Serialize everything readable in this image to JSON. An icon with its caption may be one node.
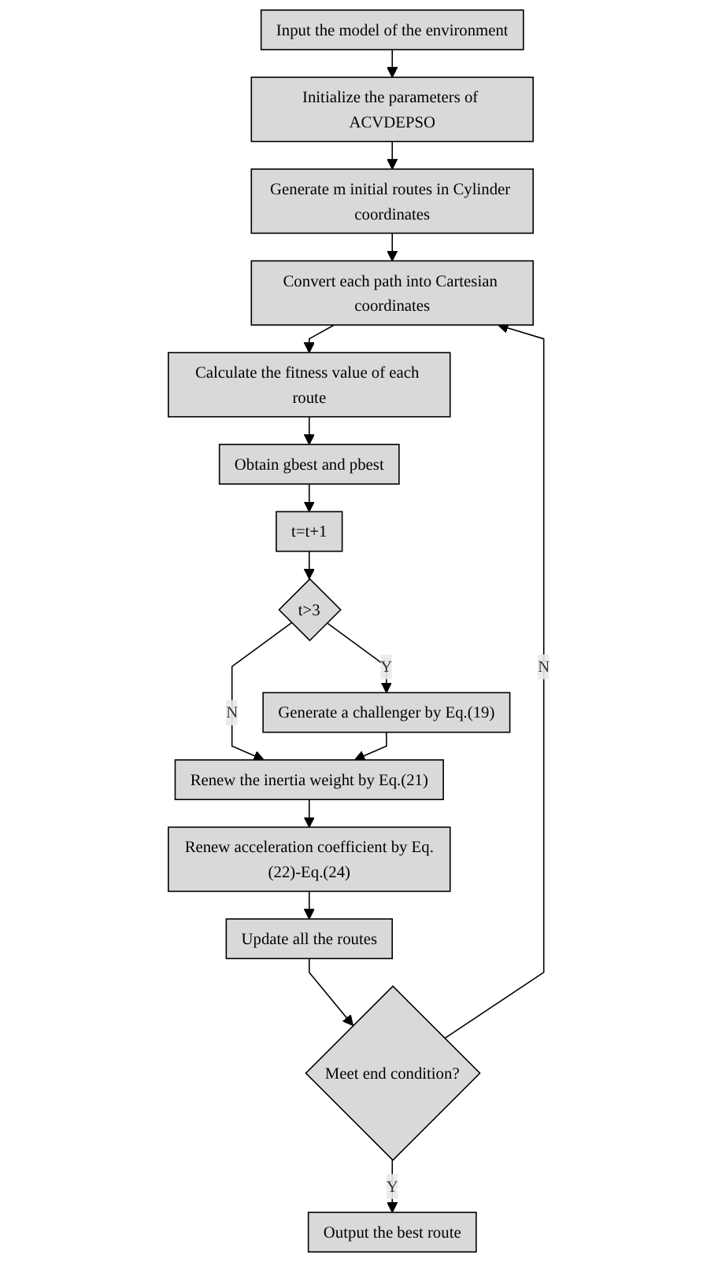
{
  "diagram": {
    "nodes": [
      {
        "text": [
          "Input the model of the environment"
        ]
      },
      {
        "text": [
          "Initialize the parameters of ACVDEPSO"
        ]
      },
      {
        "text": [
          "Generate m initial routes in Cylinder coordinates"
        ]
      },
      {
        "text": [
          "Convert each path into Cartesian coordinates"
        ]
      },
      {
        "text": [
          "Calculate the fitness value of each route"
        ]
      },
      {
        "text": [
          "Obtain gbest and pbest"
        ]
      },
      {
        "text": [
          "t=t+1"
        ]
      },
      {
        "text": [
          "t>3"
        ]
      },
      {
        "text": [
          "Generate a challenger by Eq.(19)"
        ]
      },
      {
        "text": [
          "Renew the inertia weight by Eq.(21)"
        ]
      },
      {
        "text": [
          "Renew acceleration coefficient by Eq.(22)-Eq.(24)"
        ]
      },
      {
        "text": [
          "Update all the routes"
        ]
      },
      {
        "text": [
          "Meet end condition?"
        ]
      },
      {
        "text": [
          "Output the best route"
        ]
      }
    ],
    "edges": [
      {
        "from": 0,
        "to": 1,
        "arrow": "to"
      },
      {
        "from": 1,
        "to": 2,
        "arrow": "to"
      },
      {
        "from": 2,
        "to": 3,
        "arrow": "to"
      },
      {
        "from": 3,
        "to": 4,
        "arrow": "to"
      },
      {
        "from": 4,
        "to": 5,
        "arrow": "to"
      },
      {
        "from": 5,
        "to": 6,
        "arrow": "to"
      },
      {
        "from": 6,
        "to": 7,
        "arrow": "to"
      },
      {
        "from": 7,
        "to": 8,
        "label": "Y",
        "arrow": "to"
      },
      {
        "from": 7,
        "to": 9,
        "label": "N",
        "arrow": "to"
      },
      {
        "from": 8,
        "to": 9,
        "arrow": "to"
      },
      {
        "from": 9,
        "to": 10,
        "arrow": "to"
      },
      {
        "from": 10,
        "to": 11,
        "arrow": "to"
      },
      {
        "from": 11,
        "to": 12,
        "arrow": "to"
      },
      {
        "from": 12,
        "to": 3,
        "label": "N",
        "arrow": "to"
      },
      {
        "from": 12,
        "to": 13,
        "label": "Y",
        "arrow": "to"
      }
    ]
  }
}
